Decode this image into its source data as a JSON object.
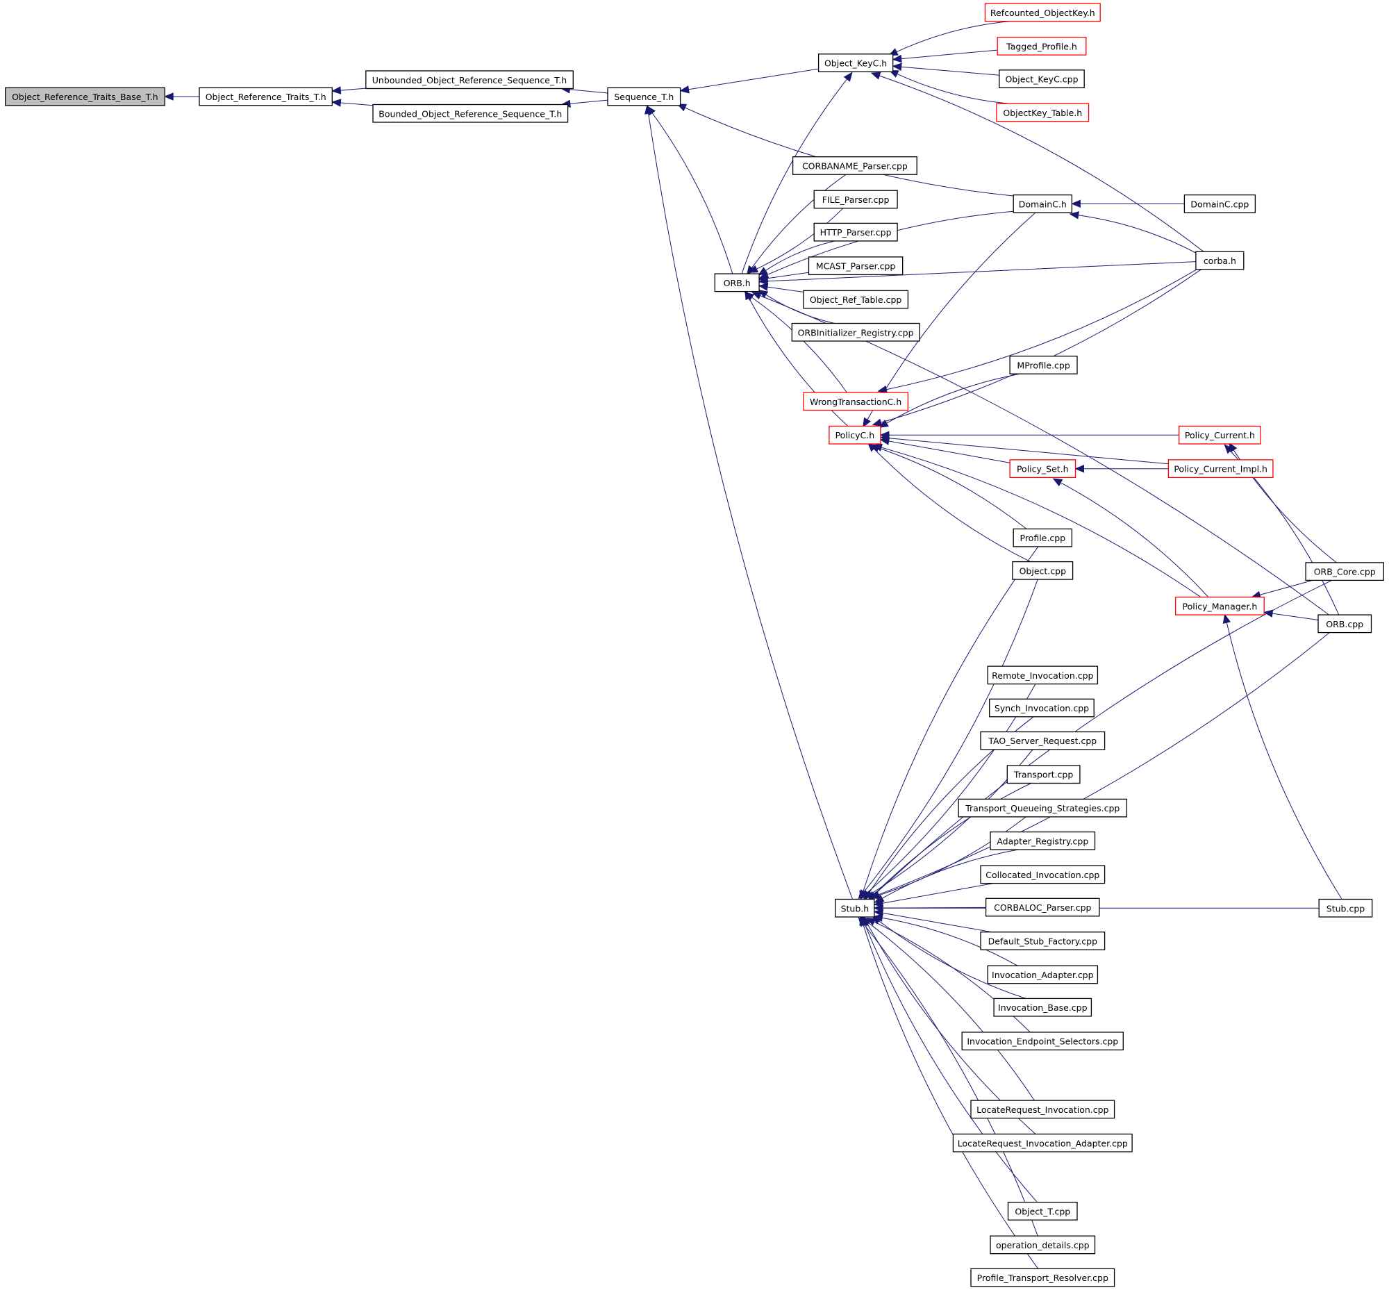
{
  "graph": {
    "edge_color": "#191970",
    "default_border_color": "#000000",
    "highlight_border_color": "#ff0000",
    "root_fill_color": "#bfbfbf",
    "nodes": [
      {
        "id": "ortb",
        "label": "Object_Reference_Traits_Base_T.h",
        "style": "root"
      },
      {
        "id": "ort",
        "label": "Object_Reference_Traits_T.h",
        "style": "normal"
      },
      {
        "id": "uors",
        "label": "Unbounded_Object_Reference_Sequence_T.h",
        "style": "normal"
      },
      {
        "id": "bors",
        "label": "Bounded_Object_Reference_Sequence_T.h",
        "style": "normal"
      },
      {
        "id": "seq",
        "label": "Sequence_T.h",
        "style": "normal"
      },
      {
        "id": "okh",
        "label": "Object_KeyC.h",
        "style": "normal"
      },
      {
        "id": "rok",
        "label": "Refcounted_ObjectKey.h",
        "style": "red"
      },
      {
        "id": "tp",
        "label": "Tagged_Profile.h",
        "style": "red"
      },
      {
        "id": "okc",
        "label": "Object_KeyC.cpp",
        "style": "normal"
      },
      {
        "id": "okt",
        "label": "ObjectKey_Table.h",
        "style": "red"
      },
      {
        "id": "cnp",
        "label": "CORBANAME_Parser.cpp",
        "style": "normal"
      },
      {
        "id": "fp",
        "label": "FILE_Parser.cpp",
        "style": "normal"
      },
      {
        "id": "hp",
        "label": "HTTP_Parser.cpp",
        "style": "normal"
      },
      {
        "id": "mp",
        "label": "MCAST_Parser.cpp",
        "style": "normal"
      },
      {
        "id": "ort2",
        "label": "Object_Ref_Table.cpp",
        "style": "normal"
      },
      {
        "id": "oir",
        "label": "ORBInitializer_Registry.cpp",
        "style": "normal"
      },
      {
        "id": "orbh",
        "label": "ORB.h",
        "style": "normal"
      },
      {
        "id": "wtc",
        "label": "WrongTransactionC.h",
        "style": "red"
      },
      {
        "id": "pch",
        "label": "PolicyC.h",
        "style": "red"
      },
      {
        "id": "dch",
        "label": "DomainC.h",
        "style": "normal"
      },
      {
        "id": "dcc",
        "label": "DomainC.cpp",
        "style": "normal"
      },
      {
        "id": "corba",
        "label": "corba.h",
        "style": "normal"
      },
      {
        "id": "mpr",
        "label": "MProfile.cpp",
        "style": "normal"
      },
      {
        "id": "pcur",
        "label": "Policy_Current.h",
        "style": "red"
      },
      {
        "id": "pset",
        "label": "Policy_Set.h",
        "style": "red"
      },
      {
        "id": "pci",
        "label": "Policy_Current_Impl.h",
        "style": "red"
      },
      {
        "id": "prof",
        "label": "Profile.cpp",
        "style": "normal"
      },
      {
        "id": "objc",
        "label": "Object.cpp",
        "style": "normal"
      },
      {
        "id": "orbcore",
        "label": "ORB_Core.cpp",
        "style": "normal"
      },
      {
        "id": "pman",
        "label": "Policy_Manager.h",
        "style": "red"
      },
      {
        "id": "orbc",
        "label": "ORB.cpp",
        "style": "normal"
      },
      {
        "id": "ri",
        "label": "Remote_Invocation.cpp",
        "style": "normal"
      },
      {
        "id": "si",
        "label": "Synch_Invocation.cpp",
        "style": "normal"
      },
      {
        "id": "tsr",
        "label": "TAO_Server_Request.cpp",
        "style": "normal"
      },
      {
        "id": "tr",
        "label": "Transport.cpp",
        "style": "normal"
      },
      {
        "id": "tqs",
        "label": "Transport_Queueing_Strategies.cpp",
        "style": "normal"
      },
      {
        "id": "ar",
        "label": "Adapter_Registry.cpp",
        "style": "normal"
      },
      {
        "id": "ci",
        "label": "Collocated_Invocation.cpp",
        "style": "normal"
      },
      {
        "id": "clp",
        "label": "CORBALOC_Parser.cpp",
        "style": "normal"
      },
      {
        "id": "dsf",
        "label": "Default_Stub_Factory.cpp",
        "style": "normal"
      },
      {
        "id": "stubh",
        "label": "Stub.h",
        "style": "normal"
      },
      {
        "id": "stubc",
        "label": "Stub.cpp",
        "style": "normal"
      },
      {
        "id": "ia",
        "label": "Invocation_Adapter.cpp",
        "style": "normal"
      },
      {
        "id": "ib",
        "label": "Invocation_Base.cpp",
        "style": "normal"
      },
      {
        "id": "ies",
        "label": "Invocation_Endpoint_Selectors.cpp",
        "style": "normal"
      },
      {
        "id": "lri",
        "label": "LocateRequest_Invocation.cpp",
        "style": "normal"
      },
      {
        "id": "lria",
        "label": "LocateRequest_Invocation_Adapter.cpp",
        "style": "normal"
      },
      {
        "id": "otc",
        "label": "Object_T.cpp",
        "style": "normal"
      },
      {
        "id": "opd",
        "label": "operation_details.cpp",
        "style": "normal"
      },
      {
        "id": "ptr",
        "label": "Profile_Transport_Resolver.cpp",
        "style": "normal"
      }
    ],
    "edges": [
      [
        "ort",
        "ortb"
      ],
      [
        "uors",
        "ort"
      ],
      [
        "bors",
        "ort"
      ],
      [
        "seq",
        "uors"
      ],
      [
        "seq",
        "bors"
      ],
      [
        "okh",
        "seq"
      ],
      [
        "dch",
        "seq"
      ],
      [
        "orbh",
        "seq"
      ],
      [
        "stubh",
        "seq"
      ],
      [
        "rok",
        "okh"
      ],
      [
        "tp",
        "okh"
      ],
      [
        "okc",
        "okh"
      ],
      [
        "okt",
        "okh"
      ],
      [
        "corba",
        "okh"
      ],
      [
        "orbh",
        "okh"
      ],
      [
        "cnp",
        "orbh"
      ],
      [
        "fp",
        "orbh"
      ],
      [
        "hp",
        "orbh"
      ],
      [
        "mp",
        "orbh"
      ],
      [
        "ort2",
        "orbh"
      ],
      [
        "oir",
        "orbh"
      ],
      [
        "wtc",
        "orbh"
      ],
      [
        "pch",
        "orbh"
      ],
      [
        "dch",
        "orbh"
      ],
      [
        "corba",
        "orbh"
      ],
      [
        "orbc",
        "orbh"
      ],
      [
        "dcc",
        "dch"
      ],
      [
        "corba",
        "dch"
      ],
      [
        "corba",
        "wtc"
      ],
      [
        "dch",
        "pch"
      ],
      [
        "corba",
        "pch"
      ],
      [
        "mpr",
        "pch"
      ],
      [
        "pcur",
        "pch"
      ],
      [
        "pset",
        "pch"
      ],
      [
        "pci",
        "pch"
      ],
      [
        "prof",
        "pch"
      ],
      [
        "objc",
        "pch"
      ],
      [
        "pman",
        "pch"
      ],
      [
        "pci",
        "pset"
      ],
      [
        "pman",
        "pset"
      ],
      [
        "orbcore",
        "pcur"
      ],
      [
        "orbc",
        "pcur"
      ],
      [
        "orbcore",
        "pman"
      ],
      [
        "orbc",
        "pman"
      ],
      [
        "stubc",
        "pman"
      ],
      [
        "prof",
        "stubh"
      ],
      [
        "objc",
        "stubh"
      ],
      [
        "orbcore",
        "stubh"
      ],
      [
        "ri",
        "stubh"
      ],
      [
        "si",
        "stubh"
      ],
      [
        "tsr",
        "stubh"
      ],
      [
        "tr",
        "stubh"
      ],
      [
        "tqs",
        "stubh"
      ],
      [
        "ar",
        "stubh"
      ],
      [
        "ci",
        "stubh"
      ],
      [
        "clp",
        "stubh"
      ],
      [
        "dsf",
        "stubh"
      ],
      [
        "ia",
        "stubh"
      ],
      [
        "ib",
        "stubh"
      ],
      [
        "ies",
        "stubh"
      ],
      [
        "orbc",
        "stubh"
      ],
      [
        "lri",
        "stubh"
      ],
      [
        "lria",
        "stubh"
      ],
      [
        "stubc",
        "stubh"
      ],
      [
        "otc",
        "stubh"
      ],
      [
        "opd",
        "stubh"
      ],
      [
        "ptr",
        "stubh"
      ]
    ]
  }
}
